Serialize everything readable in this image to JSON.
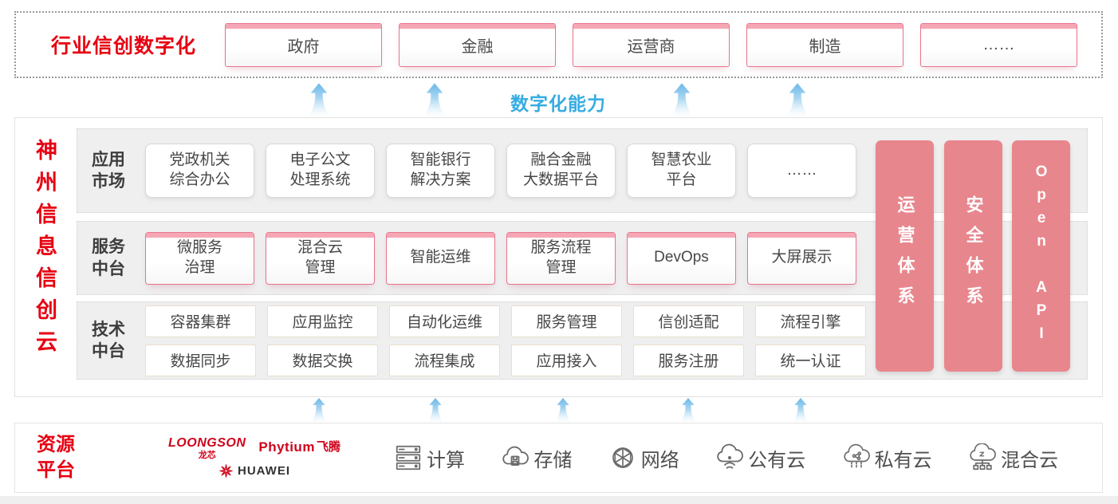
{
  "colors": {
    "accent_red": "#e60012",
    "bar_pink": "#e8868d",
    "cap_pink": "#f5a7b5",
    "box_border_pink": "#e8758b",
    "capability_blue": "#36ace2",
    "arrow_blue": "#8fc7ec"
  },
  "industry": {
    "title": "行业信创数字化",
    "boxes": [
      "政府",
      "金融",
      "运营商",
      "制造",
      "……"
    ]
  },
  "capability": {
    "label": "数字化能力"
  },
  "platform": {
    "title": "神州信息信创云",
    "rows": [
      {
        "label": "应用市场",
        "boxes": [
          {
            "line1": "党政机关",
            "line2": "综合办公"
          },
          {
            "line1": "电子公文",
            "line2": "处理系统"
          },
          {
            "line1": "智能银行",
            "line2": "解决方案"
          },
          {
            "line1": "融合金融",
            "line2": "大数据平台"
          },
          {
            "line1": "智慧农业",
            "line2": "平台"
          },
          {
            "line1": "……"
          }
        ]
      },
      {
        "label": "服务中台",
        "boxes": [
          {
            "line1": "微服务",
            "line2": "治理"
          },
          {
            "line1": "混合云",
            "line2": "管理"
          },
          {
            "line1": "智能运维"
          },
          {
            "line1": "服务流程",
            "line2": "管理"
          },
          {
            "line1": "DevOps"
          },
          {
            "line1": "大屏展示"
          }
        ]
      },
      {
        "label": "技术中台",
        "sub_rows": [
          [
            "容器集群",
            "应用监控",
            "自动化运维",
            "服务管理",
            "信创适配",
            "流程引擎"
          ],
          [
            "数据同步",
            "数据交换",
            "流程集成",
            "应用接入",
            "服务注册",
            "统一认证"
          ]
        ]
      }
    ],
    "bars": [
      "运营体系",
      "安全体系",
      "Open API"
    ]
  },
  "resources": {
    "label": "资源平台",
    "vendors": [
      {
        "name": "LOONGSON",
        "sub": "龙芯"
      },
      {
        "name": "Phytium",
        "sub": "飞腾"
      },
      {
        "name": "HUAWEI"
      }
    ],
    "items": [
      {
        "icon": "compute-icon",
        "label": "计算"
      },
      {
        "icon": "storage-icon",
        "label": "存储"
      },
      {
        "icon": "network-icon",
        "label": "网络"
      },
      {
        "icon": "public-cloud-icon",
        "label": "公有云"
      },
      {
        "icon": "private-cloud-icon",
        "label": "私有云"
      },
      {
        "icon": "hybrid-cloud-icon",
        "label": "混合云"
      }
    ]
  }
}
